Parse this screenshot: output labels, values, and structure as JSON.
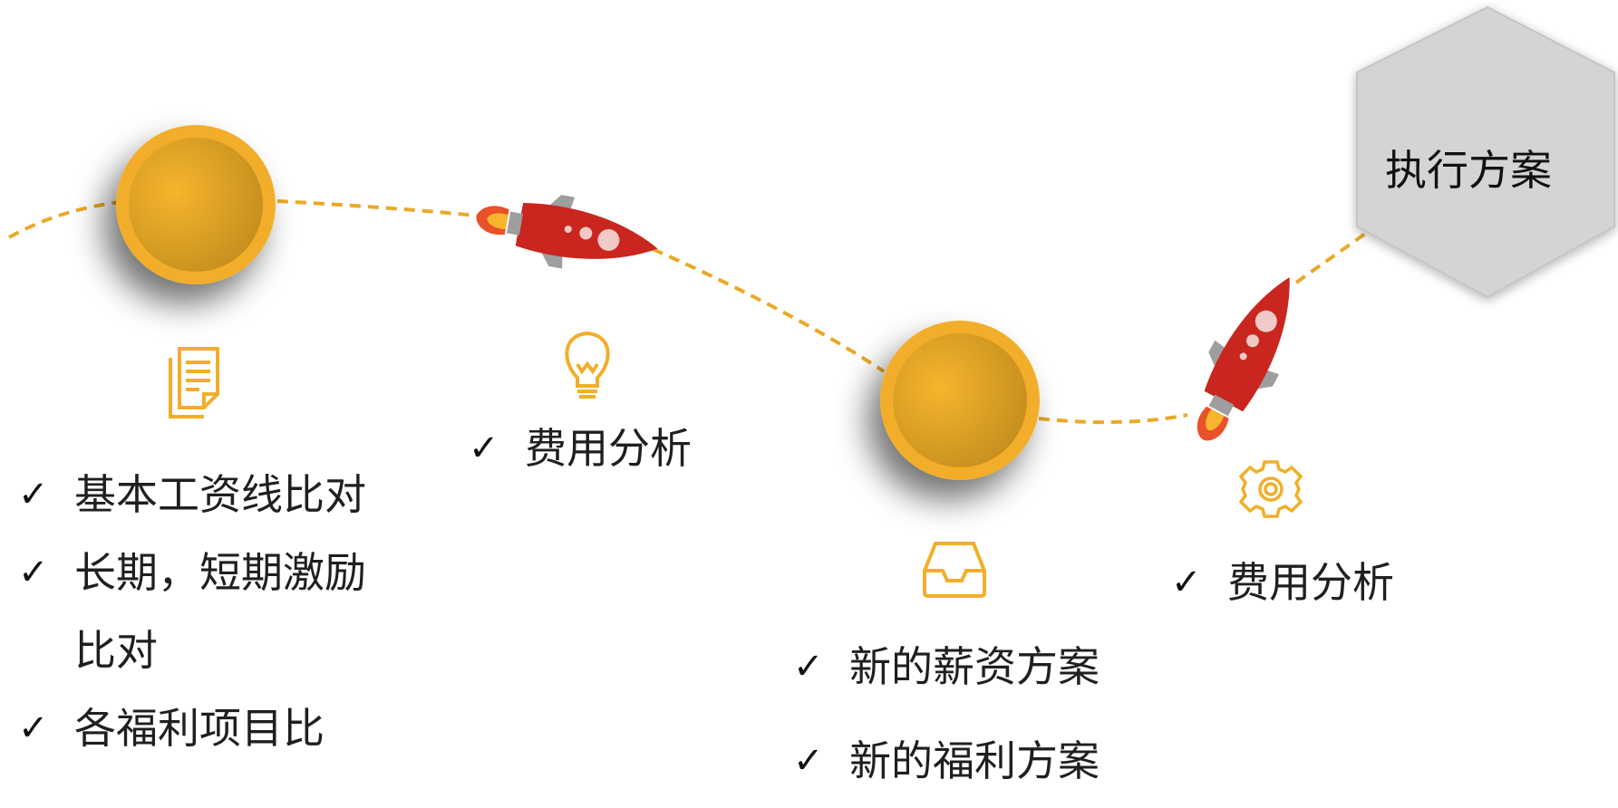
{
  "hexagon": {
    "label": "执行方案"
  },
  "check_mark": "✓",
  "lists": {
    "a": [
      {
        "text": "基本工资线比对"
      },
      {
        "text": "长期，短期激励比对"
      },
      {
        "text": "各福利项目比"
      }
    ],
    "b": [
      {
        "text": "费用分析"
      }
    ],
    "c": [
      {
        "text": "新的薪资方案"
      },
      {
        "text": "新的福利方案"
      }
    ],
    "d": [
      {
        "text": "费用分析"
      }
    ]
  },
  "icons": [
    "document-icon",
    "lightbulb-icon",
    "inbox-tray-icon",
    "gear-icon"
  ],
  "colors": {
    "accent": "#F2AE2A",
    "circle_fill": "#E3A324",
    "rocket_red": "#C8261F",
    "hexagon": "#D3D4D4",
    "path": "#E9A928"
  }
}
